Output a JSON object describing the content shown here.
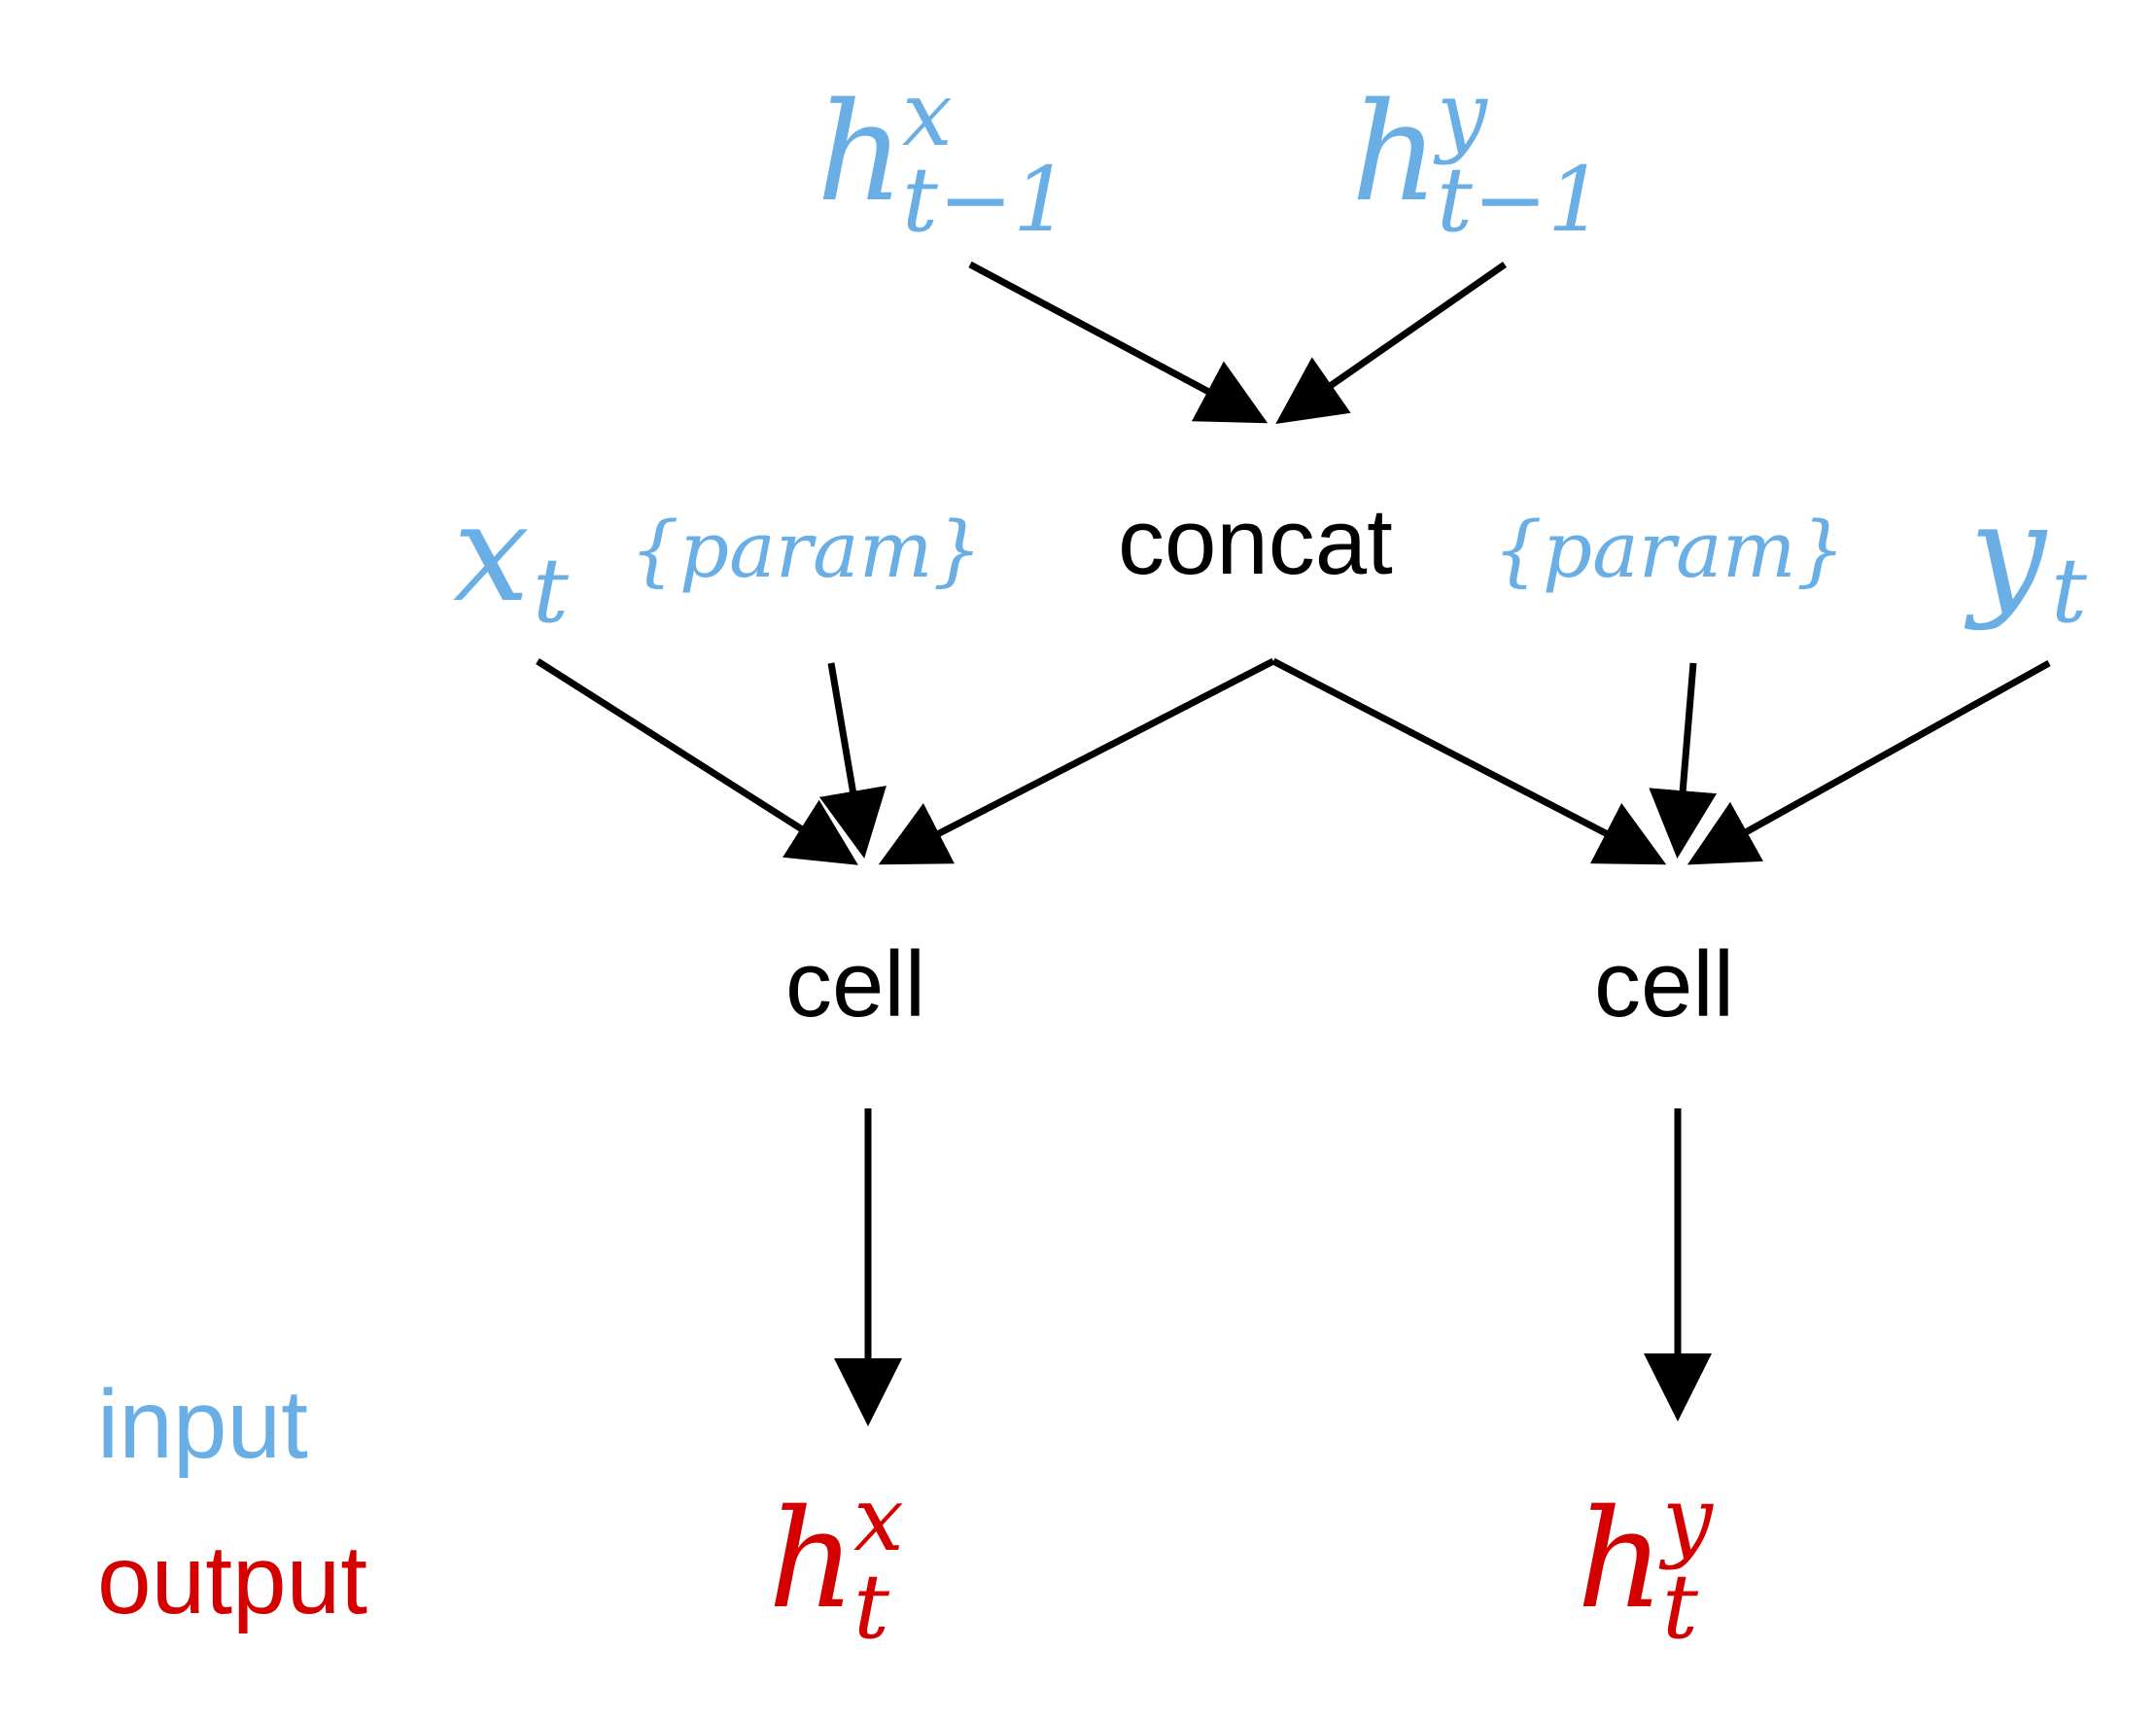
{
  "colors": {
    "input": "#6aaee6",
    "output": "#d40000",
    "ink": "#000000"
  },
  "nodes": {
    "h_prev_x": {
      "base": "h",
      "sup": "x",
      "sub": "t−1"
    },
    "h_prev_y": {
      "base": "h",
      "sup": "y",
      "sub": "t−1"
    },
    "concat": "concat",
    "x_t": {
      "base": "x",
      "sub": "t"
    },
    "y_t": {
      "base": "y",
      "sub": "t"
    },
    "param_left": "{param}",
    "param_right": "{param}",
    "cell_left": "cell",
    "cell_right": "cell",
    "h_out_x": {
      "base": "h",
      "sup": "x",
      "sub": "t"
    },
    "h_out_y": {
      "base": "h",
      "sup": "y",
      "sub": "t"
    }
  },
  "legend": {
    "input_label": "input",
    "output_label": "output"
  }
}
